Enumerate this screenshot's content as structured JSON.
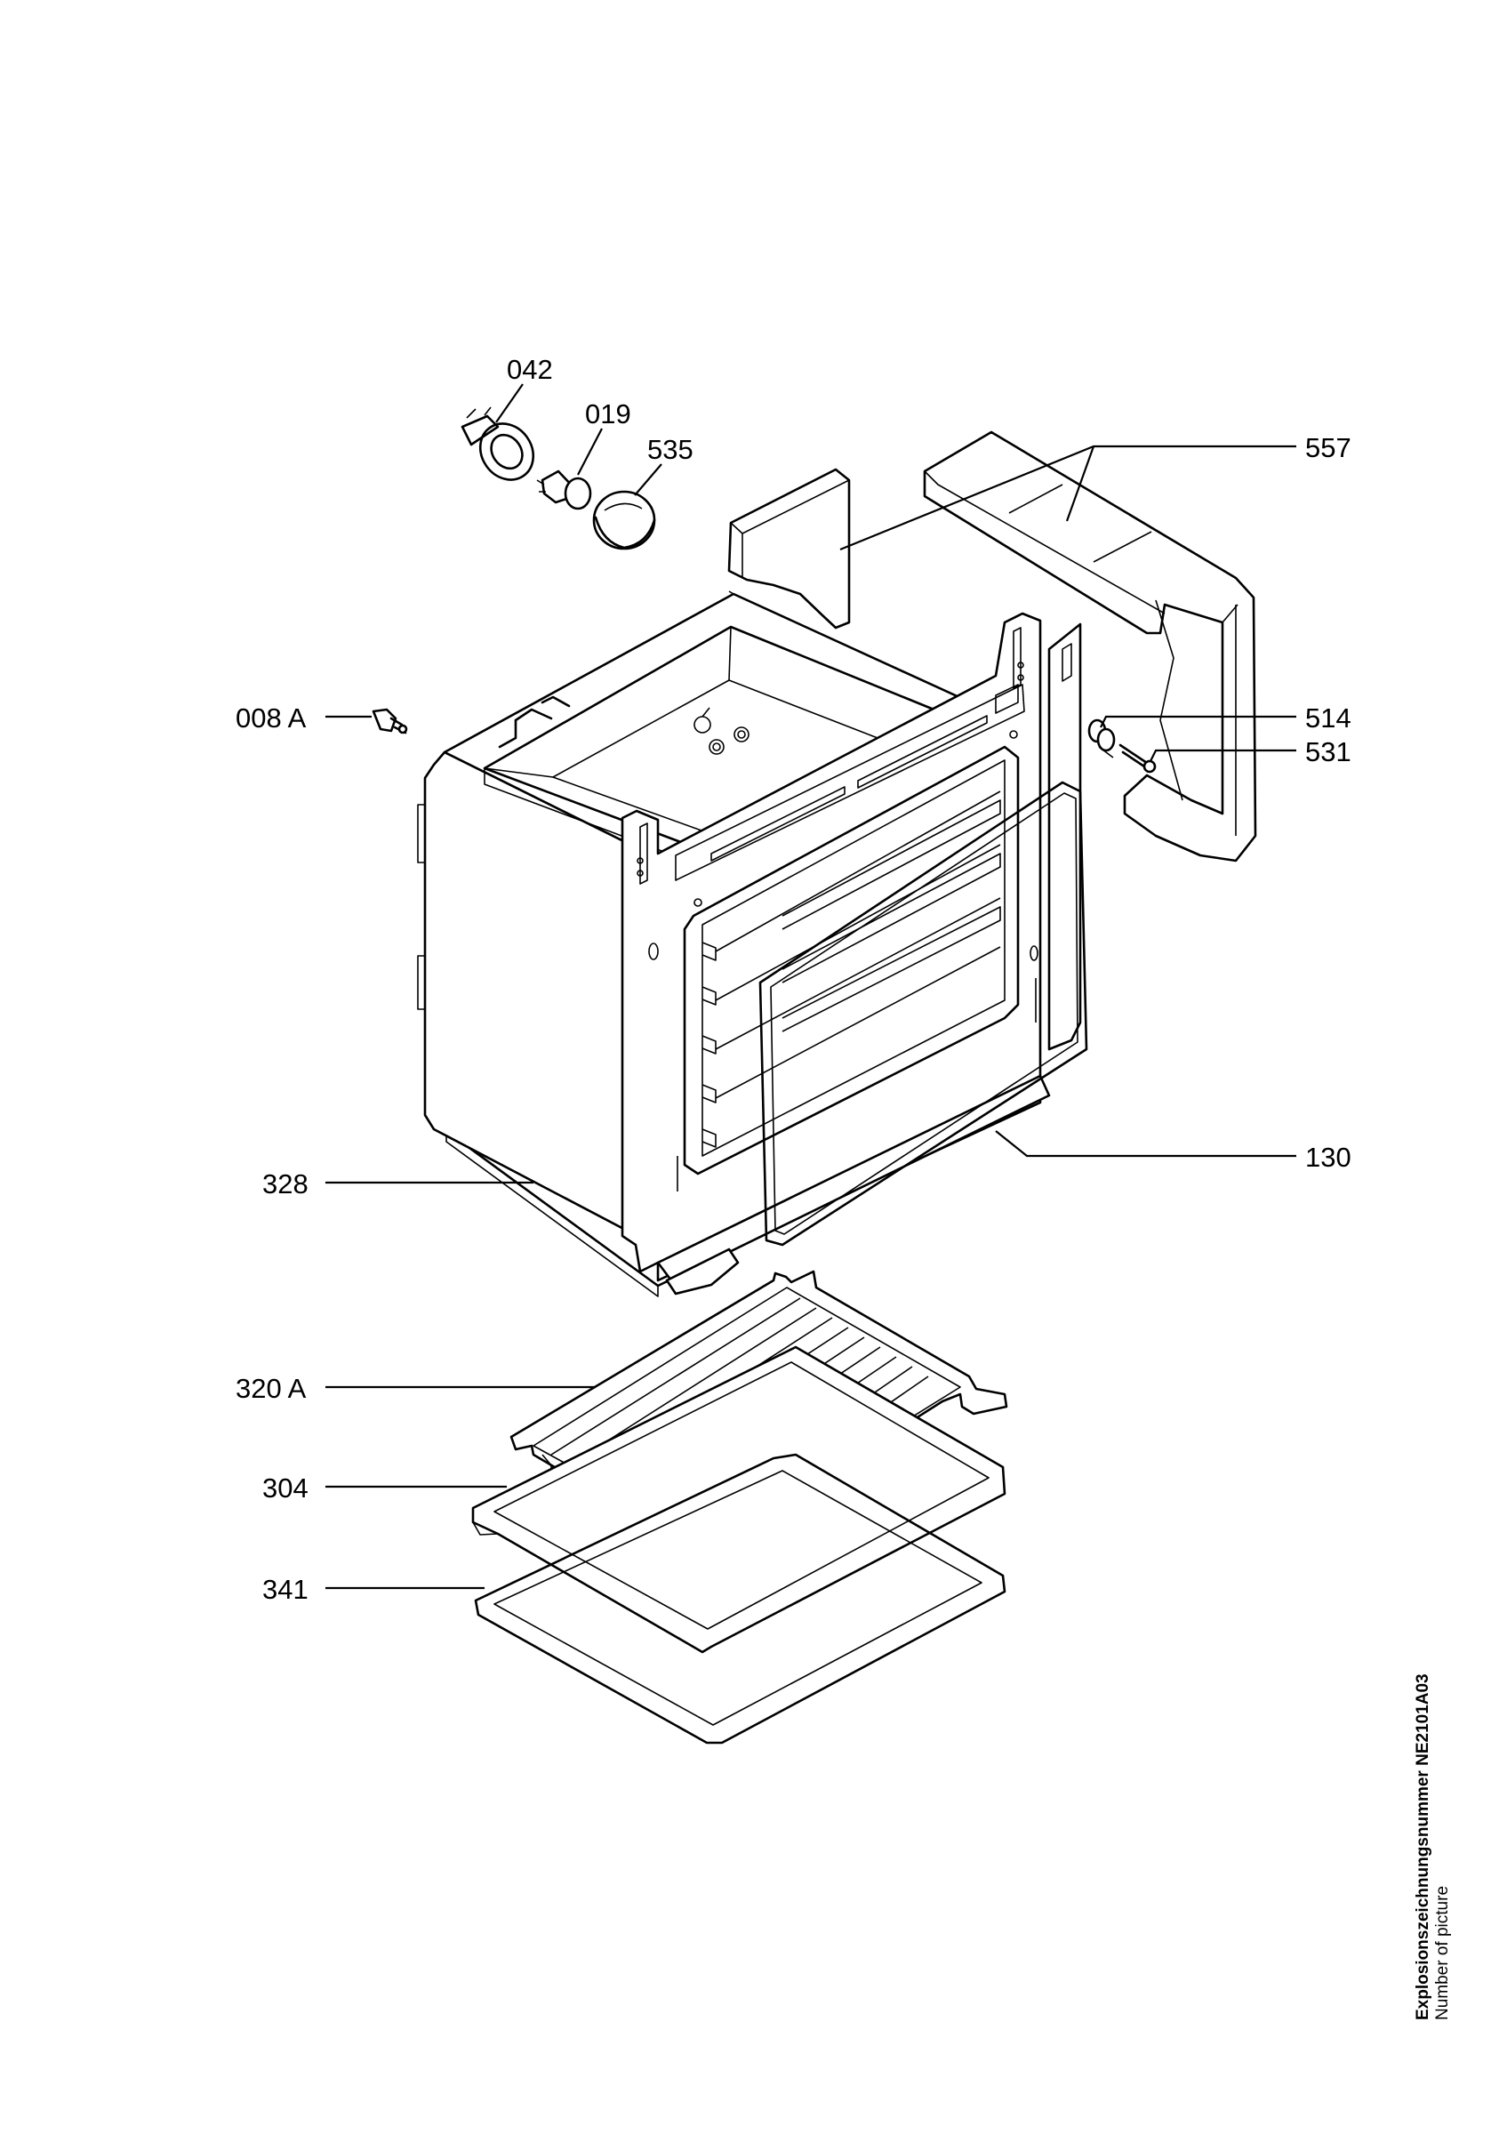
{
  "labels": {
    "l042": "042",
    "l019": "019",
    "l535": "535",
    "l557": "557",
    "l008a": "008 A",
    "l514": "514",
    "l531": "531",
    "l130": "130",
    "l328": "328",
    "l320a": "320 A",
    "l304": "304",
    "l341": "341"
  },
  "footer": {
    "picture_number": "Explosionszeichnungsnummer NE2101A03",
    "picture_caption": "Number of picture"
  }
}
